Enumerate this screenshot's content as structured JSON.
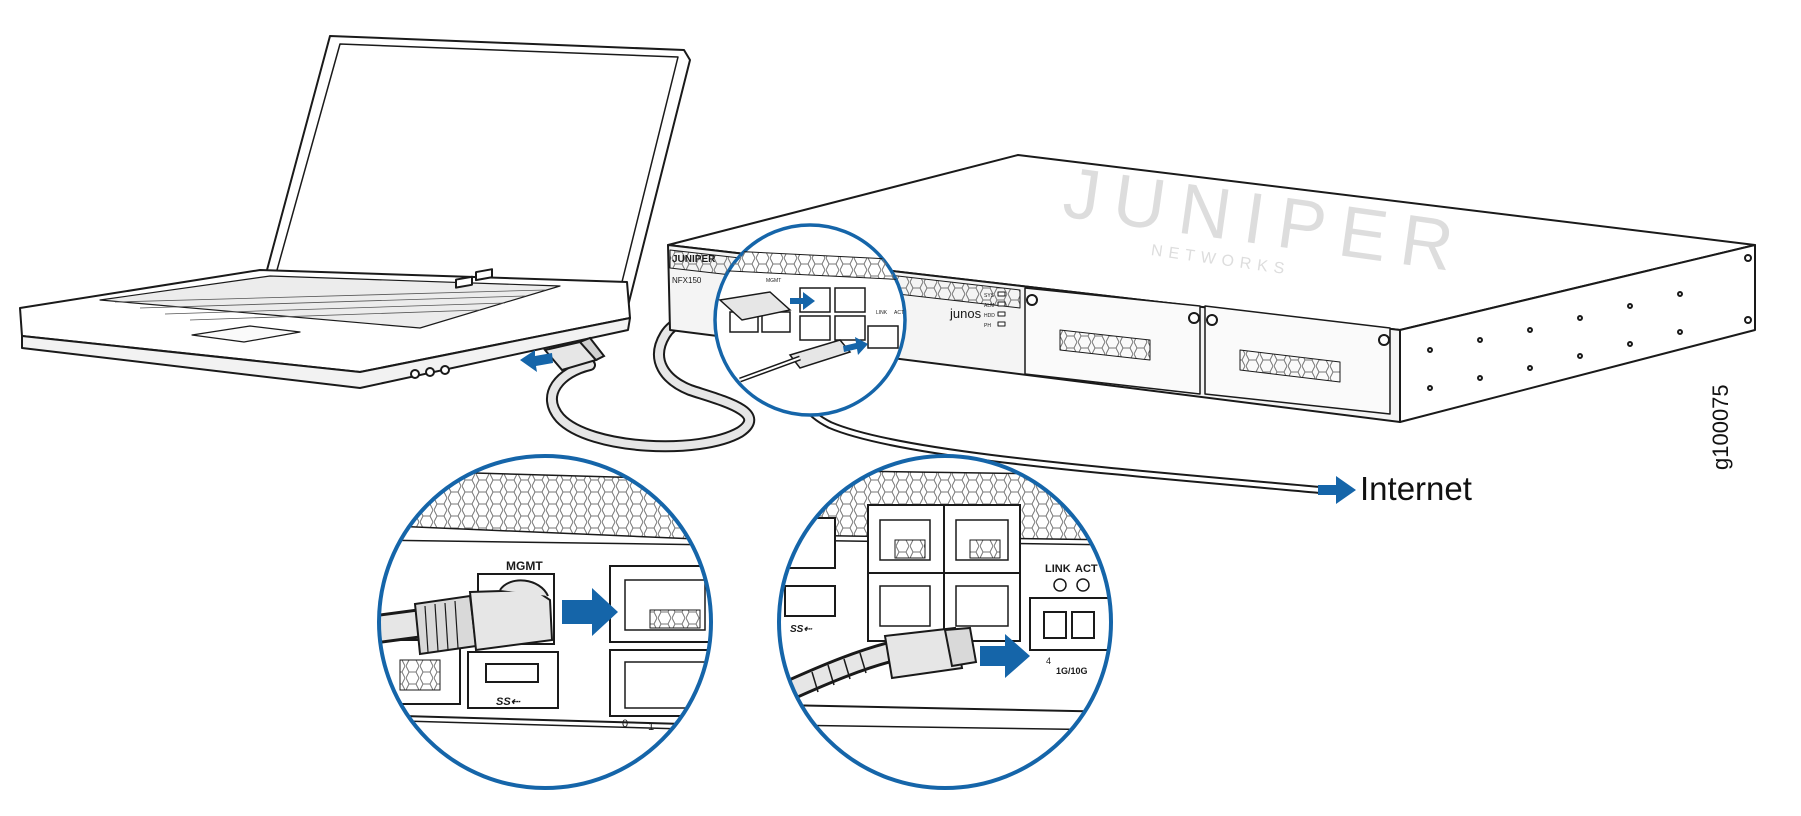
{
  "figure": {
    "internet_label": "Internet",
    "figure_id": "g100075",
    "device_brand": "JUNIPER",
    "device_brand_sub": "NETWORKS",
    "device_model": "NFX150",
    "os_logo": "junos",
    "port_label_mgmt": "MGMT",
    "port_label_link": "LINK",
    "port_label_act": "ACT",
    "port_label_sfp": "1G/10G",
    "port_number_0": "0",
    "port_number_1": "1",
    "port_number_4": "4",
    "led_labels": [
      "SYS",
      "ALM",
      "HDD",
      "PH"
    ]
  },
  "colors": {
    "accent_blue": "#1565a9",
    "line": "#1a1a1a",
    "cable_fill": "#e6e6e6"
  },
  "icons": [
    "laptop-icon",
    "network-device-icon",
    "arrow-right-icon",
    "usb-ss-icon"
  ]
}
